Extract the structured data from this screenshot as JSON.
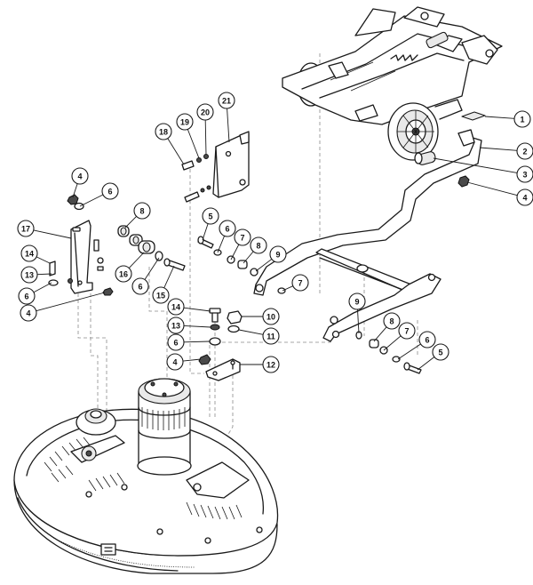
{
  "callouts": [
    {
      "id": "c1",
      "label": "1"
    },
    {
      "id": "c2",
      "label": "2"
    },
    {
      "id": "c3",
      "label": "3"
    },
    {
      "id": "c4a",
      "label": "4"
    },
    {
      "id": "c4b",
      "label": "4"
    },
    {
      "id": "c4c",
      "label": "4"
    },
    {
      "id": "c4d",
      "label": "4"
    },
    {
      "id": "c5a",
      "label": "5"
    },
    {
      "id": "c5b",
      "label": "5"
    },
    {
      "id": "c6a",
      "label": "6"
    },
    {
      "id": "c6b",
      "label": "6"
    },
    {
      "id": "c6c",
      "label": "6"
    },
    {
      "id": "c6d",
      "label": "6"
    },
    {
      "id": "c6e",
      "label": "6"
    },
    {
      "id": "c6f",
      "label": "6"
    },
    {
      "id": "c7a",
      "label": "7"
    },
    {
      "id": "c7b",
      "label": "7"
    },
    {
      "id": "c7c",
      "label": "7"
    },
    {
      "id": "c8a",
      "label": "8"
    },
    {
      "id": "c8b",
      "label": "8"
    },
    {
      "id": "c8c",
      "label": "8"
    },
    {
      "id": "c9a",
      "label": "9"
    },
    {
      "id": "c9b",
      "label": "9"
    },
    {
      "id": "c10",
      "label": "10"
    },
    {
      "id": "c11",
      "label": "11"
    },
    {
      "id": "c12",
      "label": "12"
    },
    {
      "id": "c13a",
      "label": "13"
    },
    {
      "id": "c13b",
      "label": "13"
    },
    {
      "id": "c14a",
      "label": "14"
    },
    {
      "id": "c14b",
      "label": "14"
    },
    {
      "id": "c15",
      "label": "15"
    },
    {
      "id": "c16",
      "label": "16"
    },
    {
      "id": "c17",
      "label": "17"
    },
    {
      "id": "c18",
      "label": "18"
    },
    {
      "id": "c19",
      "label": "19"
    },
    {
      "id": "c20",
      "label": "20"
    },
    {
      "id": "c21",
      "label": "21"
    }
  ]
}
